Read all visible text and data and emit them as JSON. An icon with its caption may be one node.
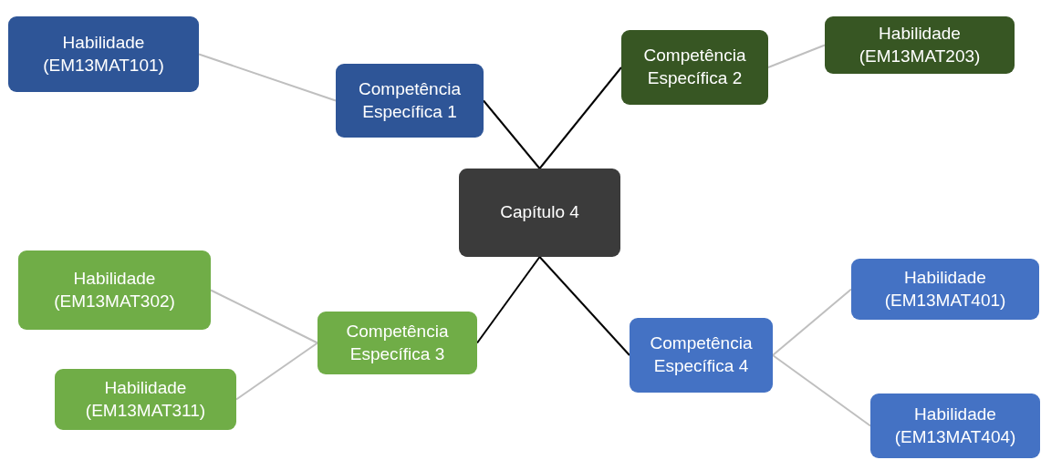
{
  "diagram": {
    "nodes": [
      {
        "text": [
          "Capítulo 4"
        ]
      },
      {
        "text": [
          "Competência Específica 1"
        ]
      },
      {
        "text": [
          "Habilidade (EM13MAT101)"
        ]
      },
      {
        "text": [
          "Competência Específica 2"
        ]
      },
      {
        "text": [
          "Habilidade (EM13MAT203)"
        ]
      },
      {
        "text": [
          "Competência Específica 3"
        ]
      },
      {
        "text": [
          "Habilidade (EM13MAT302)"
        ]
      },
      {
        "text": [
          "Habilidade (EM13MAT311)"
        ]
      },
      {
        "text": [
          "Competência Específica 4"
        ]
      },
      {
        "text": [
          "Habilidade (EM13MAT401)"
        ]
      },
      {
        "text": [
          "Habilidade (EM13MAT404)"
        ]
      }
    ],
    "edges": [
      {
        "from": 0,
        "to": 1,
        "arrow": "none",
        "color": "#000000"
      },
      {
        "from": 1,
        "to": 2,
        "arrow": "none"
      },
      {
        "from": 0,
        "to": 3,
        "arrow": "none",
        "color": "#000000"
      },
      {
        "from": 3,
        "to": 4,
        "arrow": "none"
      },
      {
        "from": 0,
        "to": 5,
        "arrow": "none",
        "color": "#000000"
      },
      {
        "from": 5,
        "to": 6,
        "arrow": "none"
      },
      {
        "from": 5,
        "to": 7,
        "arrow": "none"
      },
      {
        "from": 0,
        "to": 8,
        "arrow": "none",
        "color": "#000000"
      },
      {
        "from": 8,
        "to": 9,
        "arrow": "none"
      },
      {
        "from": 8,
        "to": 10,
        "arrow": "none"
      }
    ]
  }
}
